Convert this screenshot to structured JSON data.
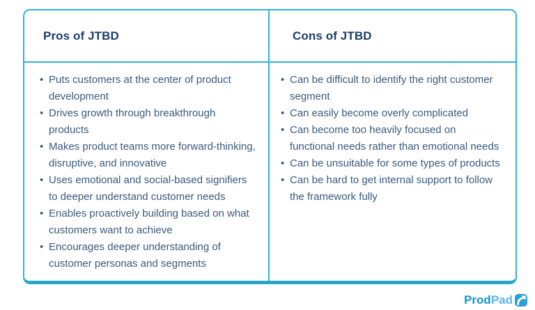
{
  "table": {
    "columns": [
      {
        "header": "Pros of JTBD",
        "items": [
          "Puts customers at the center of product development",
          "Drives growth through breakthrough products",
          "Makes product teams more forward-thinking, disruptive, and innovative",
          "Uses emotional and social-based signifiers to deeper understand customer needs",
          "Enables proactively building based on what customers want to achieve",
          "Encourages deeper understanding of customer personas and segments"
        ]
      },
      {
        "header": "Cons of JTBD",
        "items": [
          "Can be difficult to identify the right customer segment",
          "Can easily become overly complicated",
          "Can become too heavily focused on functional needs rather than emotional needs",
          "Can be unsuitable for some types of products",
          "Can be hard to get internal support to follow the framework fully"
        ]
      }
    ]
  },
  "branding": {
    "logo_prod": "Prod",
    "logo_pad": "Pad"
  },
  "colors": {
    "border": "#2fb4d6",
    "border_bottom": "#27a8c8",
    "header_text": "#1d3d6b",
    "body_text": "#3a5a7c",
    "logo_prod": "#1295cf",
    "logo_pad": "#5cb6e8",
    "logo_icon": "#2d9ed8",
    "bg": "#ffffff"
  }
}
